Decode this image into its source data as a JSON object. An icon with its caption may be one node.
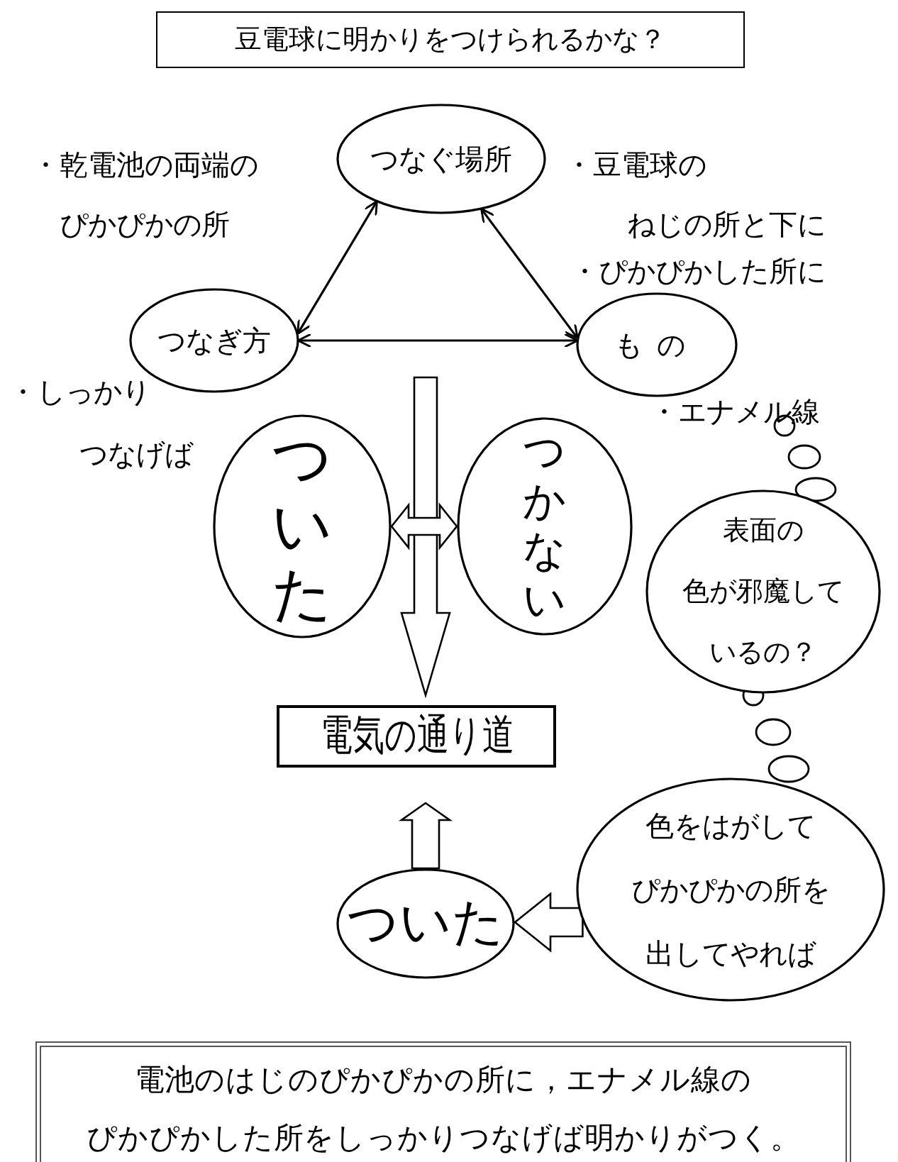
{
  "diagram": {
    "title": "豆電球に明かりをつけられるかな？",
    "nodes": [
      {
        "text": [
          "つなぐ場所"
        ]
      },
      {
        "text": [
          "つなぎ方"
        ]
      },
      {
        "text": [
          "もの"
        ]
      },
      {
        "text": [
          "ついた"
        ]
      },
      {
        "text": [
          "つかない"
        ]
      },
      {
        "text": [
          "表面の色が邪魔しているの？"
        ]
      },
      {
        "text": [
          "電気の通り道"
        ]
      },
      {
        "text": [
          "色をはがしてぴかぴかの所を出してやれば"
        ]
      },
      {
        "text": [
          "ついた"
        ]
      },
      {
        "text": [
          "電池のはじのぴかぴかの所に，エナメル線のぴかぴかした所をしっかりつなげば明かりがつく。"
        ]
      }
    ],
    "edges": [
      {
        "from": 0,
        "to": 1,
        "arrow": "both"
      },
      {
        "from": 0,
        "to": 2,
        "arrow": "both"
      },
      {
        "from": 1,
        "to": 2,
        "arrow": "both"
      },
      {
        "from": 3,
        "to": 4,
        "arrow": "both"
      },
      {
        "from": null,
        "to": 6,
        "arrow": "to"
      },
      {
        "from": 7,
        "to": 8,
        "arrow": "to"
      },
      {
        "from": 8,
        "to": 6,
        "arrow": "to"
      }
    ],
    "labels": [
      "・乾電池の両端のぴかぴかの所",
      "・豆電球のねじの所と下に",
      "・ぴかぴかした所に",
      "・しっかりつなげば",
      "・エナメル線"
    ]
  }
}
